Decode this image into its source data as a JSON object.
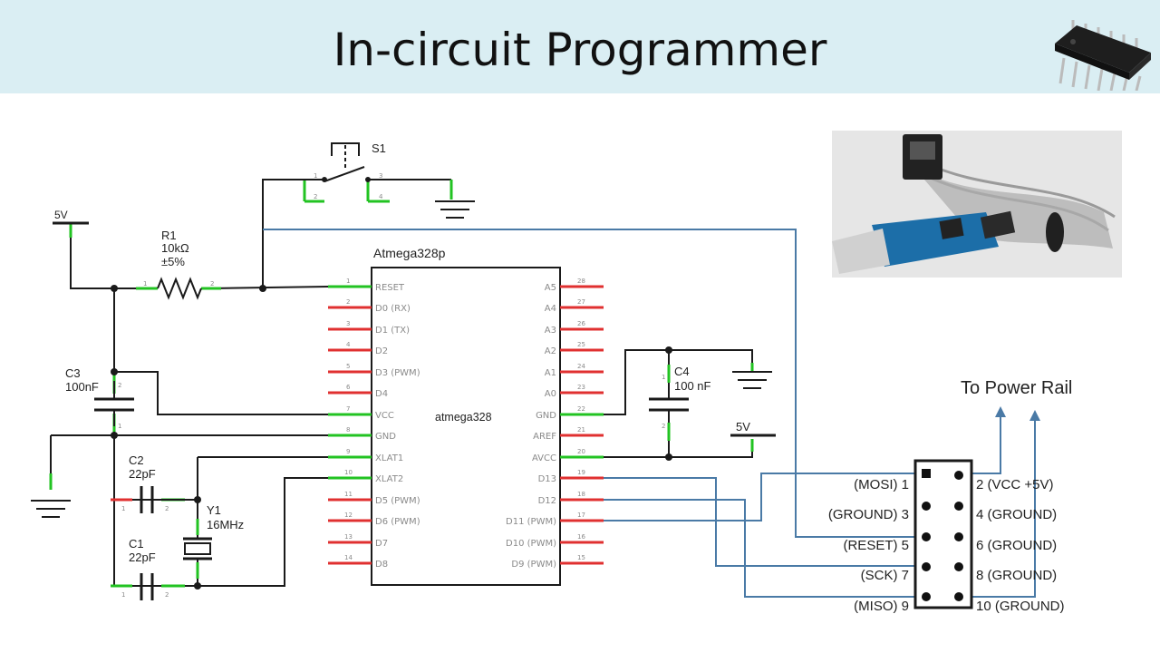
{
  "title": "In-circuit Programmer",
  "icons": {
    "header_icon": "ic-chip-icon",
    "photo": "usbasp-programmer-photo"
  },
  "colors": {
    "header_bg": "#daeef3",
    "wire": "#1a1a1a",
    "signal_wire": "#4a7aa6",
    "pin_green": "#22c322",
    "pin_red": "#e03030"
  },
  "power_rail_label": "To Power Rail",
  "components": {
    "switch": {
      "name": "S1",
      "pins": [
        "1",
        "2",
        "3",
        "4"
      ]
    },
    "resistor": {
      "name": "R1",
      "value": "10kΩ",
      "tolerance": "±5%",
      "pins": [
        "1",
        "2"
      ]
    },
    "supply_top": "5V",
    "supply_right": "5V",
    "c3": {
      "name": "C3",
      "value": "100nF",
      "pins": [
        "2",
        "1"
      ]
    },
    "c4": {
      "name": "C4",
      "value": "100 nF",
      "pins": [
        "1",
        "2"
      ]
    },
    "c2": {
      "name": "C2",
      "value": "22pF",
      "pins": [
        "1",
        "2"
      ]
    },
    "c1": {
      "name": "C1",
      "value": "22pF",
      "pins": [
        "1",
        "2"
      ]
    },
    "crystal": {
      "name": "Y1",
      "value": "16MHz"
    }
  },
  "chip": {
    "title": "Atmega328p",
    "center_label": "atmega328",
    "left_pins": [
      {
        "num": "1",
        "label": "RESET"
      },
      {
        "num": "2",
        "label": "D0 (RX)"
      },
      {
        "num": "3",
        "label": "D1 (TX)"
      },
      {
        "num": "4",
        "label": "D2"
      },
      {
        "num": "5",
        "label": "D3 (PWM)"
      },
      {
        "num": "6",
        "label": "D4"
      },
      {
        "num": "7",
        "label": "VCC"
      },
      {
        "num": "8",
        "label": "GND"
      },
      {
        "num": "9",
        "label": "XLAT1"
      },
      {
        "num": "10",
        "label": "XLAT2"
      },
      {
        "num": "11",
        "label": "D5 (PWM)"
      },
      {
        "num": "12",
        "label": "D6 (PWM)"
      },
      {
        "num": "13",
        "label": "D7"
      },
      {
        "num": "14",
        "label": "D8"
      }
    ],
    "right_pins": [
      {
        "num": "28",
        "label": "A5"
      },
      {
        "num": "27",
        "label": "A4"
      },
      {
        "num": "26",
        "label": "A3"
      },
      {
        "num": "25",
        "label": "A2"
      },
      {
        "num": "24",
        "label": "A1"
      },
      {
        "num": "23",
        "label": "A0"
      },
      {
        "num": "22",
        "label": "GND"
      },
      {
        "num": "21",
        "label": "AREF"
      },
      {
        "num": "20",
        "label": "AVCC"
      },
      {
        "num": "19",
        "label": "D13"
      },
      {
        "num": "18",
        "label": "D12"
      },
      {
        "num": "17",
        "label": "D11 (PWM)"
      },
      {
        "num": "16",
        "label": "D10 (PWM)"
      },
      {
        "num": "15",
        "label": "D9 (PWM)"
      }
    ]
  },
  "header_pins": {
    "left": [
      "(MOSI) 1",
      "(GROUND) 3",
      "(RESET) 5",
      "(SCK) 7",
      "(MISO) 9"
    ],
    "right": [
      "2 (VCC +5V)",
      "4 (GROUND)",
      "6 (GROUND)",
      "8 (GROUND)",
      "10 (GROUND)"
    ]
  }
}
